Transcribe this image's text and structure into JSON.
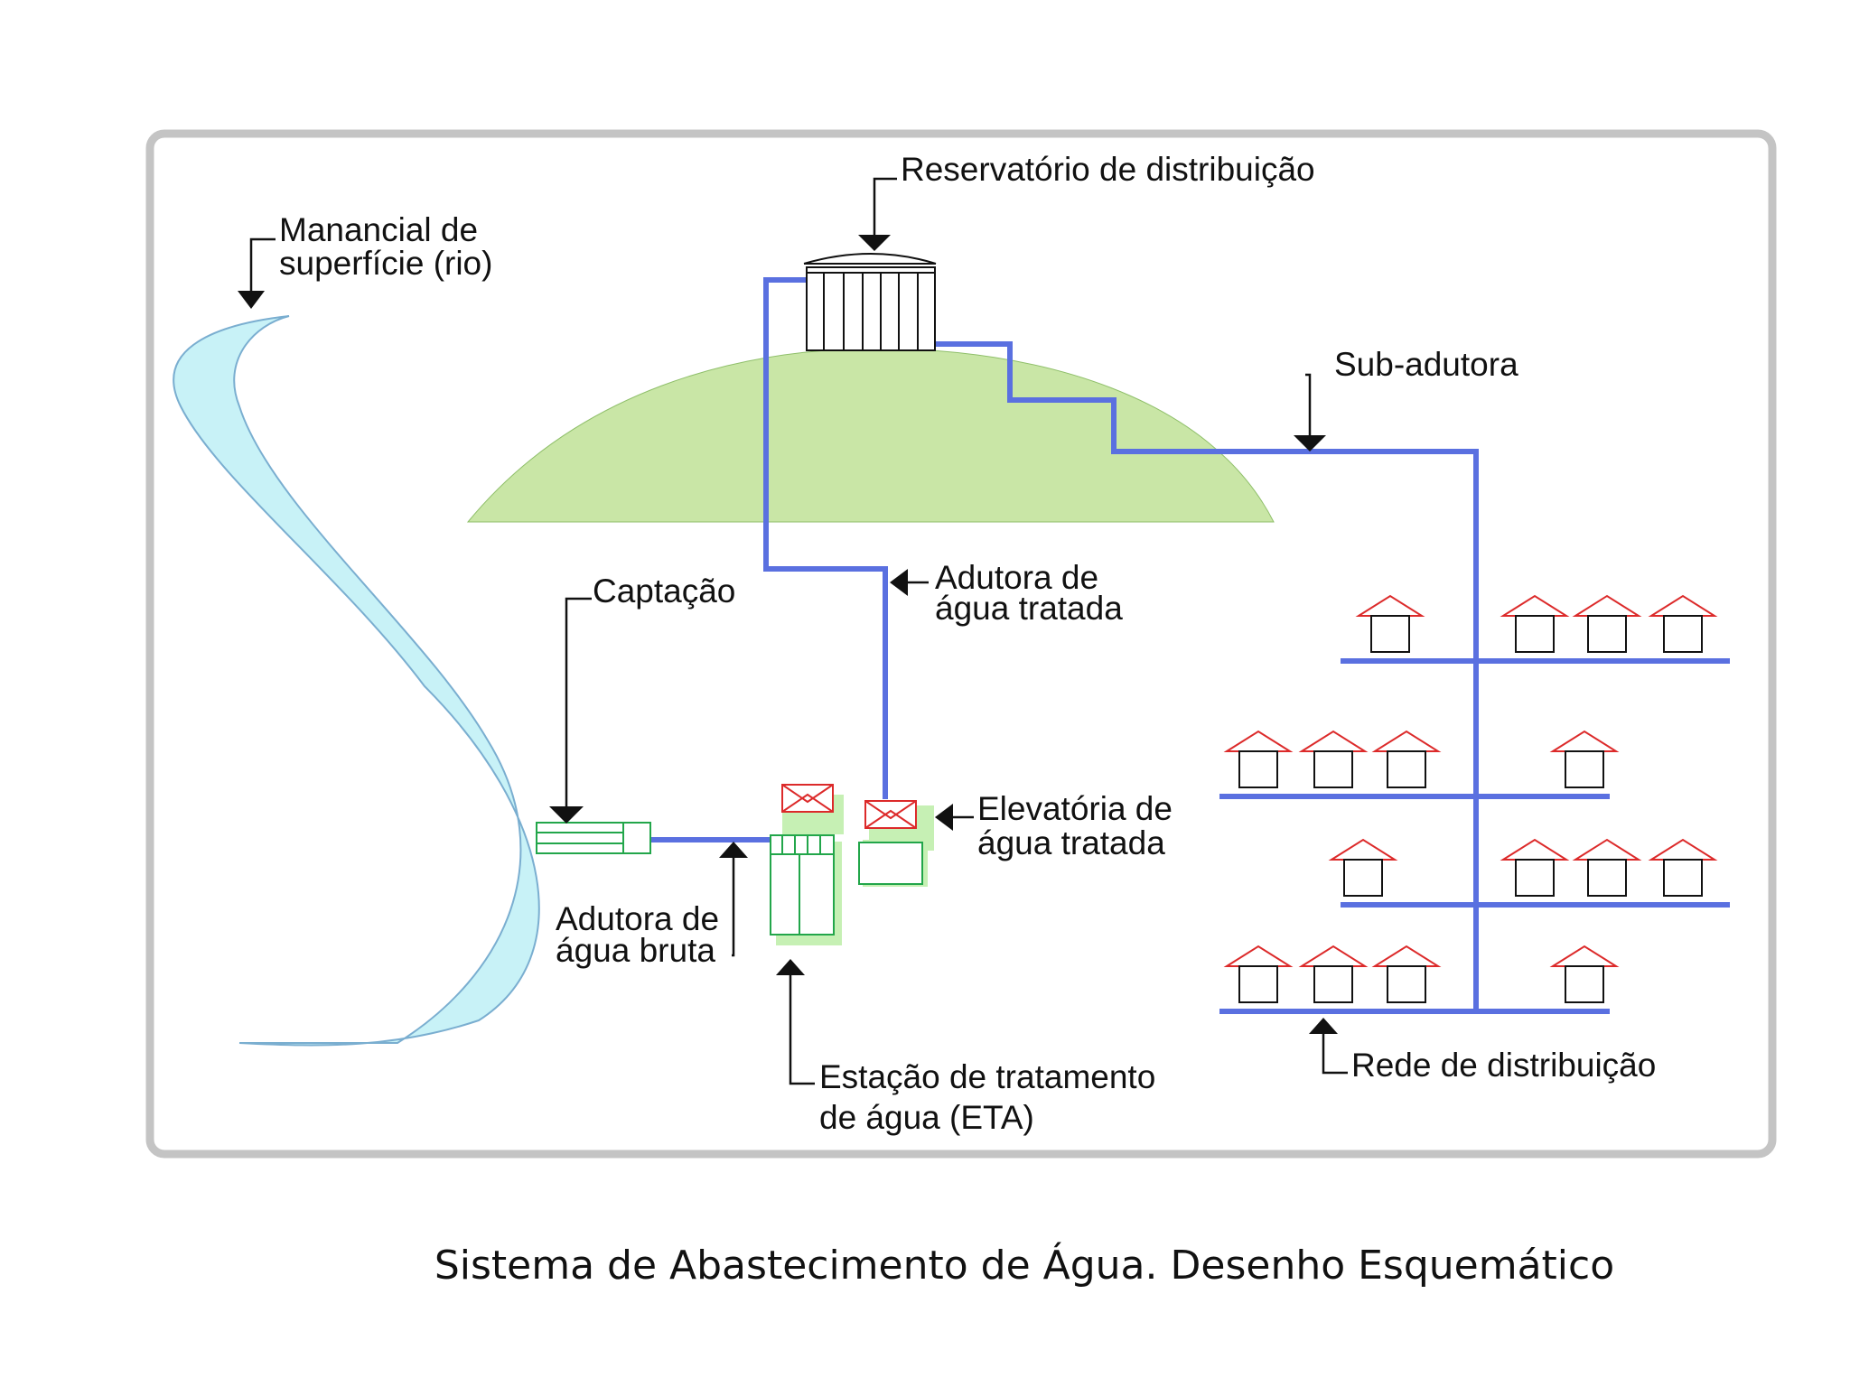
{
  "labels": {
    "manancial_l1": "Manancial de",
    "manancial_l2": "superfície (rio)",
    "reservatorio": "Reservatório de distribuição",
    "sub_adutora": "Sub-adutora",
    "captacao": "Captação",
    "adutora_tratada_l1": "Adutora de",
    "adutora_tratada_l2": "água tratada",
    "elevatoria_l1": "Elevatória de",
    "elevatoria_l2": "água tratada",
    "adutora_bruta_l1": "Adutora de",
    "adutora_bruta_l2": "água bruta",
    "eta_l1": "Estação de tratamento",
    "eta_l2": "de água (ETA)",
    "rede": "Rede de distribuição"
  },
  "caption": "Sistema de Abastecimento de Água. Desenho Esquemático",
  "colors": {
    "frame": "#c4c4c4",
    "river_fill": "#c8f2f7",
    "river_edge": "#7aaed0",
    "hill": "#c9e6a6",
    "pipe": "#5a70e0",
    "house_roof": "#dc2a2a",
    "eta_green": "#22a64a",
    "eta_shadow": "#c6f0b4",
    "ink": "#111111"
  }
}
